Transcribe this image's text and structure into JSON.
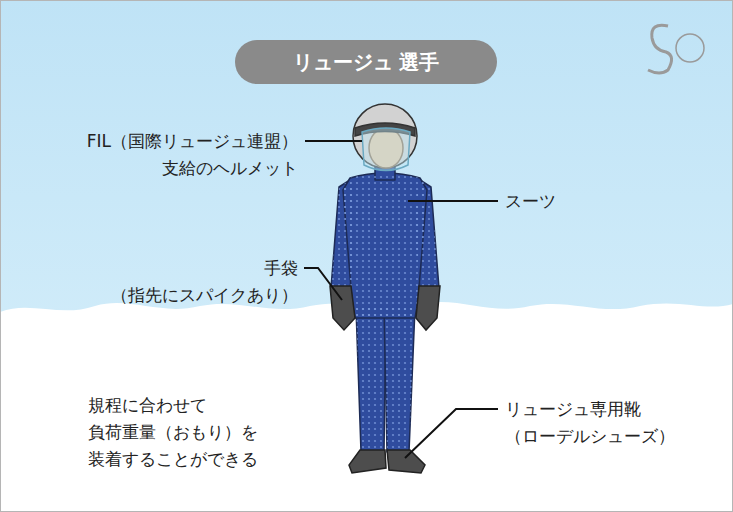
{
  "diagram": {
    "title": "リュージュ 選手",
    "labels": [
      "FIL（国際リュージュ連盟） 支給のヘルメット",
      "スーツ",
      "手袋 （指先にスパイクあり）",
      "規程に合わせて 負荷重量（おもり）を 装着することができる",
      "リュージュ専用靴 （ローデルシューズ）"
    ]
  }
}
